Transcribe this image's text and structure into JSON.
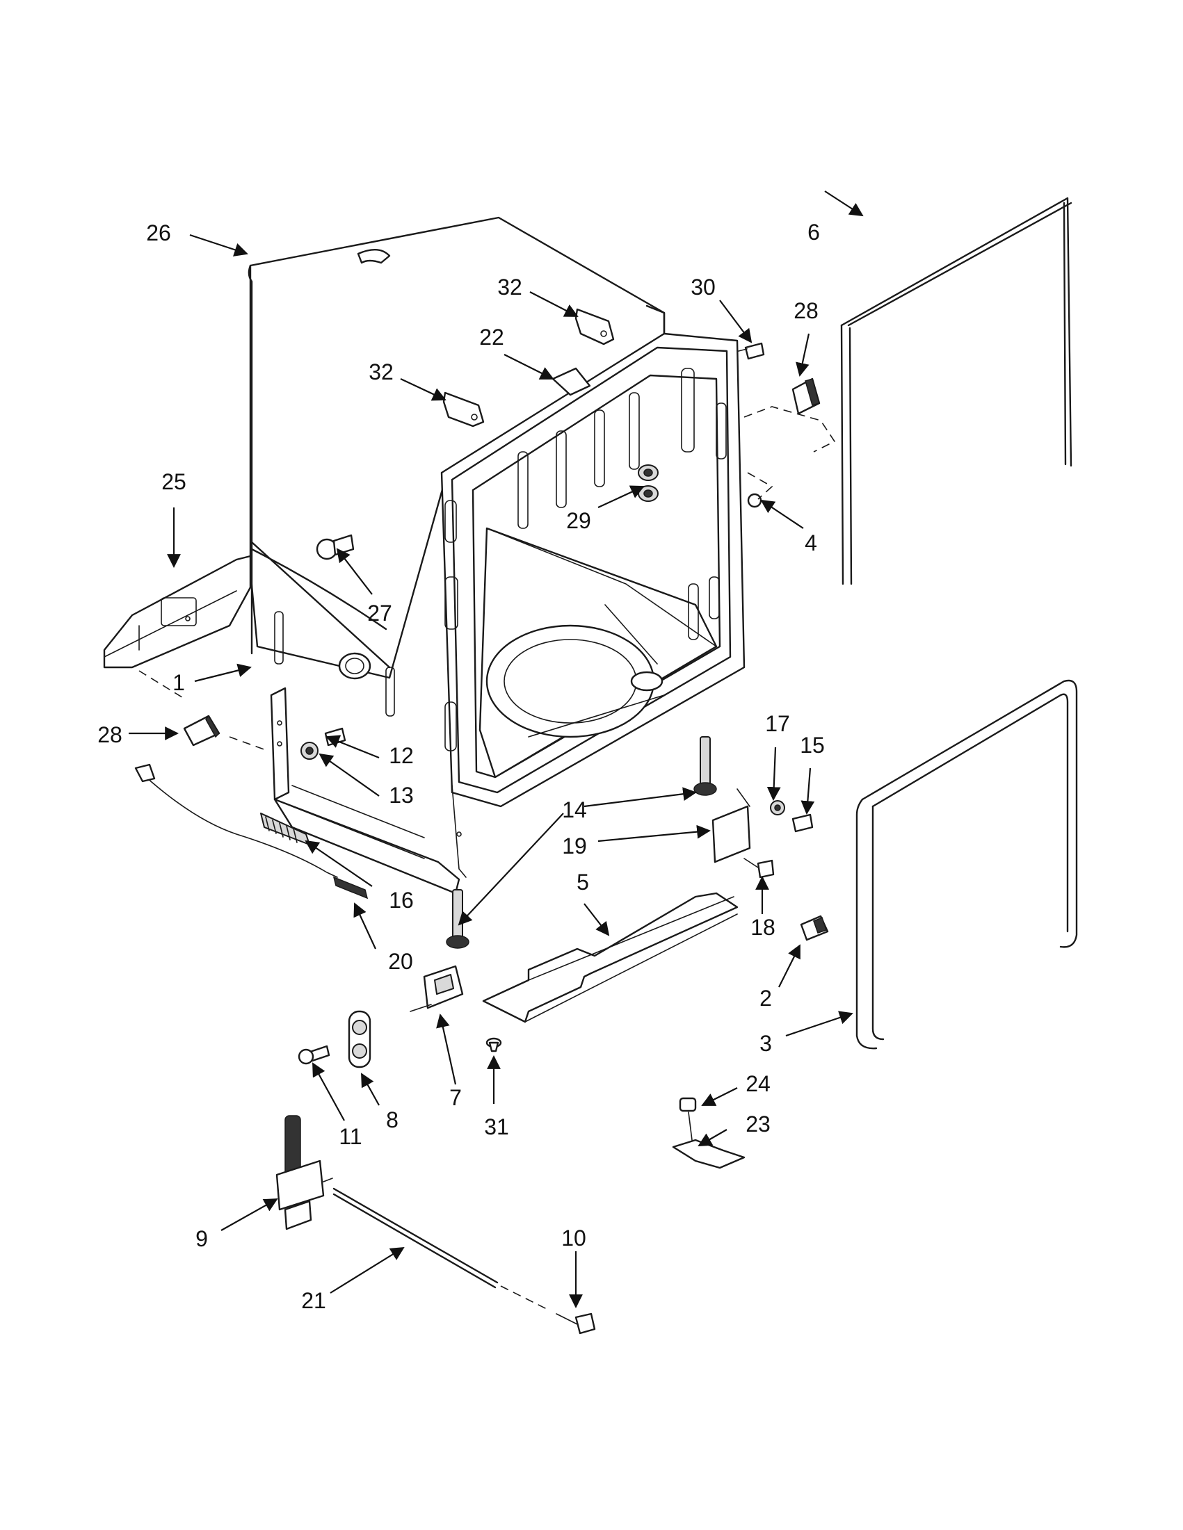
{
  "callouts": {
    "c1": "1",
    "c2": "2",
    "c3": "3",
    "c4": "4",
    "c5": "5",
    "c6": "6",
    "c7": "7",
    "c8": "8",
    "c9": "9",
    "c10": "10",
    "c11": "11",
    "c12": "12",
    "c13": "13",
    "c14": "14",
    "c15": "15",
    "c16": "16",
    "c17": "17",
    "c18": "18",
    "c19": "19",
    "c20": "20",
    "c21": "21",
    "c22": "22",
    "c23": "23",
    "c24": "24",
    "c25": "25",
    "c26": "26",
    "c27": "27",
    "c28a": "28",
    "c28b": "28",
    "c29": "29",
    "c30": "30",
    "c31": "31",
    "c32a": "32",
    "c32b": "32"
  }
}
